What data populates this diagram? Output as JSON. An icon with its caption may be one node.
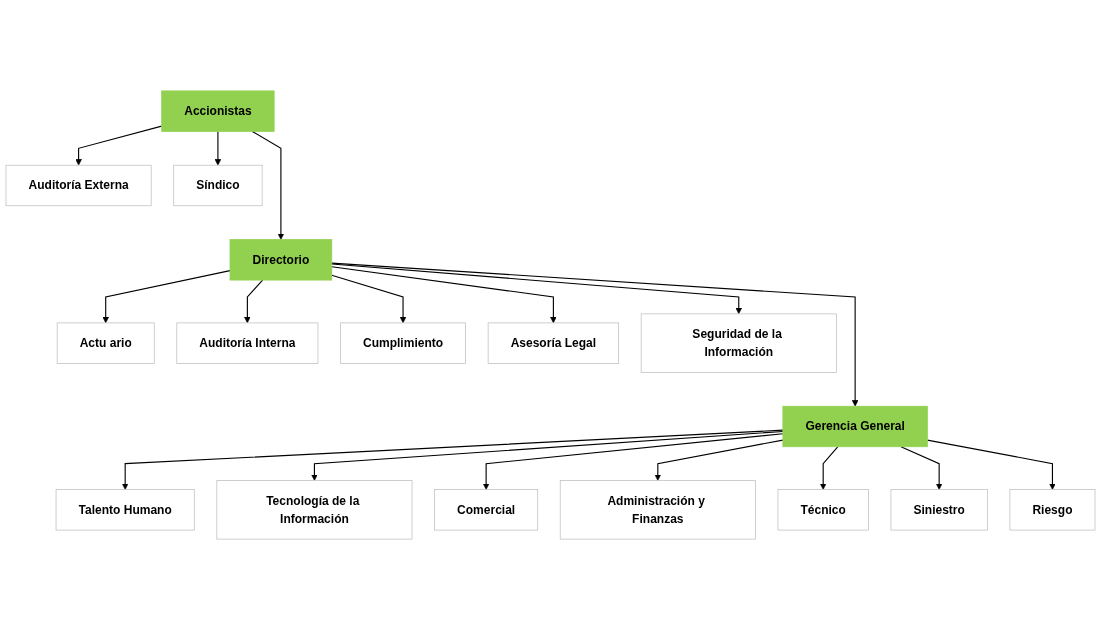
{
  "diagram": {
    "nodes": [
      {
        "text": [
          "Accionistas"
        ]
      },
      {
        "text": [
          "Auditoría Externa"
        ]
      },
      {
        "text": [
          "Síndico"
        ]
      },
      {
        "text": [
          "Directorio"
        ]
      },
      {
        "text": [
          "Actu ario"
        ]
      },
      {
        "text": [
          "Auditoría Interna"
        ]
      },
      {
        "text": [
          "Cumplimiento"
        ]
      },
      {
        "text": [
          "Asesoría Legal"
        ]
      },
      {
        "text": [
          "Seguridad de la Información"
        ]
      },
      {
        "text": [
          "Gerencia General"
        ]
      },
      {
        "text": [
          "Talento Humano"
        ]
      },
      {
        "text": [
          "Tecnología de la Información"
        ]
      },
      {
        "text": [
          "Comercial"
        ]
      },
      {
        "text": [
          "Administración y Finanzas"
        ]
      },
      {
        "text": [
          "Técnico"
        ]
      },
      {
        "text": [
          "Siniestro"
        ]
      },
      {
        "text": [
          "Riesgo"
        ]
      }
    ],
    "edges": [
      {
        "from": 0,
        "to": 1,
        "arrow": "to"
      },
      {
        "from": 0,
        "to": 2,
        "arrow": "to"
      },
      {
        "from": 0,
        "to": 3,
        "arrow": "to"
      },
      {
        "from": 3,
        "to": 4,
        "arrow": "to"
      },
      {
        "from": 3,
        "to": 5,
        "arrow": "to"
      },
      {
        "from": 3,
        "to": 6,
        "arrow": "to"
      },
      {
        "from": 3,
        "to": 7,
        "arrow": "to"
      },
      {
        "from": 3,
        "to": 8,
        "arrow": "to"
      },
      {
        "from": 3,
        "to": 9,
        "arrow": "to"
      },
      {
        "from": 9,
        "to": 10,
        "arrow": "to"
      },
      {
        "from": 9,
        "to": 11,
        "arrow": "to"
      },
      {
        "from": 9,
        "to": 12,
        "arrow": "to"
      },
      {
        "from": 9,
        "to": 13,
        "arrow": "to"
      },
      {
        "from": 9,
        "to": 14,
        "arrow": "to"
      },
      {
        "from": 9,
        "to": 15,
        "arrow": "to"
      },
      {
        "from": 9,
        "to": 16,
        "arrow": "to"
      }
    ]
  }
}
